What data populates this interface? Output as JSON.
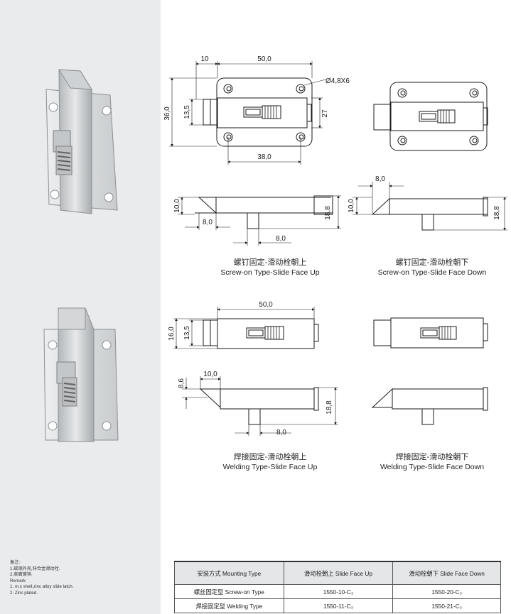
{
  "views": {
    "screw_up": {
      "cn": "螺钉固定-滑动栓朝上",
      "en": "Screw-on Type-Slide Face Up"
    },
    "screw_down": {
      "cn": "螺钉固定-滑动栓朝下",
      "en": "Screw-on Type-Slide Face Down"
    },
    "weld_up": {
      "cn": "焊接固定-滑动栓朝上",
      "en": "Welding Type-Slide Face Up"
    },
    "weld_down": {
      "cn": "焊接固定-滑动栓朝下",
      "en": "Welding Type-Slide Face Down"
    }
  },
  "dimensions": {
    "screw_top": {
      "w10": "10",
      "w50": "50,0",
      "hole": "Ø4,8X6",
      "h36": "36,0",
      "h13": "13,5",
      "h27": "27",
      "w38": "38,0"
    },
    "screw_side_up": {
      "h10": "10,0",
      "w8a": "8,0",
      "h18": "18,8",
      "w8b": "8,0"
    },
    "screw_side_down": {
      "w8": "8,0",
      "h10": "10,0",
      "h18": "18,8"
    },
    "weld_top": {
      "w50": "50,0",
      "h16": "16,0",
      "h13": "13,5"
    },
    "weld_side_up": {
      "w10": "10,0",
      "h86": "8,6",
      "h18": "18,8",
      "w8": "8,0"
    }
  },
  "remarks": {
    "title": "备注：",
    "line1": "1.碳钢外壳,锌合金滑动栓.",
    "line2": "2.表面镀锌.",
    "line3": "Remark:",
    "line4": "1. m.s shell,zinc alloy slide latch.",
    "line5": "2. Zinc plated."
  },
  "table": {
    "headers": [
      "安装方式 Mounting Type",
      "滑动栓朝上 Slide Face Up",
      "滑动栓朝下 Slide Face Down"
    ],
    "rows": [
      [
        "螺丝固定型 Screw-on Type",
        "1550-10-C₃",
        "1550-20-C₃"
      ],
      [
        "焊接固定型 Welding Type",
        "1550-11-C₃",
        "1550-21-C₃"
      ]
    ]
  },
  "colors": {
    "panel_bg": "#e9ebed",
    "line": "#1a1a1a",
    "metal_light": "#d8dadc",
    "metal_dark": "#9a9ea2"
  }
}
